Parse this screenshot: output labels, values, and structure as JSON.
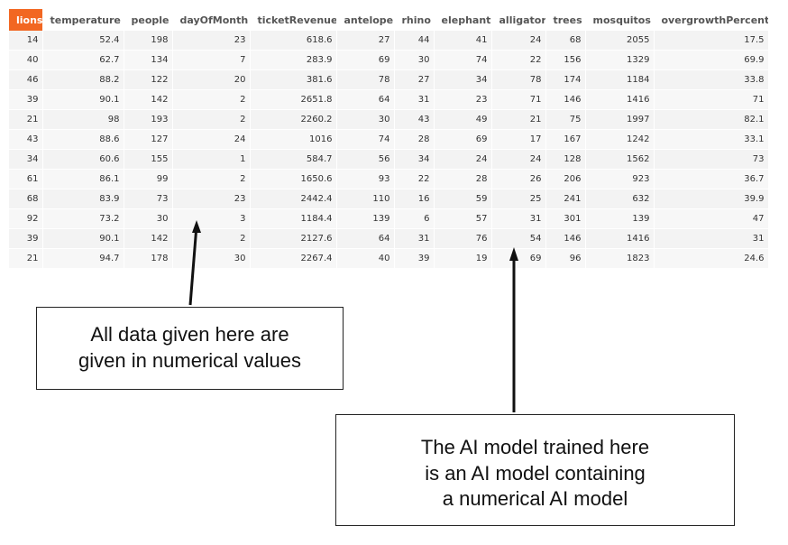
{
  "table": {
    "columns": [
      "lions",
      "temperature",
      "people",
      "dayOfMonth",
      "ticketRevenue",
      "antelope",
      "rhino",
      "elephant",
      "alligator",
      "trees",
      "mosquitos",
      "overgrowthPercent"
    ],
    "active_column": "lions",
    "rows": [
      [
        "14",
        "52.4",
        "198",
        "23",
        "618.6",
        "27",
        "44",
        "41",
        "24",
        "68",
        "2055",
        "17.5"
      ],
      [
        "40",
        "62.7",
        "134",
        "7",
        "283.9",
        "69",
        "30",
        "74",
        "22",
        "156",
        "1329",
        "69.9"
      ],
      [
        "46",
        "88.2",
        "122",
        "20",
        "381.6",
        "78",
        "27",
        "34",
        "78",
        "174",
        "1184",
        "33.8"
      ],
      [
        "39",
        "90.1",
        "142",
        "2",
        "2651.8",
        "64",
        "31",
        "23",
        "71",
        "146",
        "1416",
        "71"
      ],
      [
        "21",
        "98",
        "193",
        "2",
        "2260.2",
        "30",
        "43",
        "49",
        "21",
        "75",
        "1997",
        "82.1"
      ],
      [
        "43",
        "88.6",
        "127",
        "24",
        "1016",
        "74",
        "28",
        "69",
        "17",
        "167",
        "1242",
        "33.1"
      ],
      [
        "34",
        "60.6",
        "155",
        "1",
        "584.7",
        "56",
        "34",
        "24",
        "24",
        "128",
        "1562",
        "73"
      ],
      [
        "61",
        "86.1",
        "99",
        "2",
        "1650.6",
        "93",
        "22",
        "28",
        "26",
        "206",
        "923",
        "36.7"
      ],
      [
        "68",
        "83.9",
        "73",
        "23",
        "2442.4",
        "110",
        "16",
        "59",
        "25",
        "241",
        "632",
        "39.9"
      ],
      [
        "92",
        "73.2",
        "30",
        "3",
        "1184.4",
        "139",
        "6",
        "57",
        "31",
        "301",
        "139",
        "47"
      ],
      [
        "39",
        "90.1",
        "142",
        "2",
        "2127.6",
        "64",
        "31",
        "76",
        "54",
        "146",
        "1416",
        "31"
      ],
      [
        "21",
        "94.7",
        "178",
        "30",
        "2267.4",
        "40",
        "39",
        "19",
        "69",
        "96",
        "1823",
        "24.6"
      ]
    ]
  },
  "callouts": {
    "left": "All data given here are\ngiven in numerical values",
    "right": "The AI model trained here\nis an AI model containing\na numerical AI model"
  },
  "colors": {
    "active_header": "#f26722",
    "row_odd": "#f3f3f3",
    "row_even": "#f7f7f7"
  }
}
